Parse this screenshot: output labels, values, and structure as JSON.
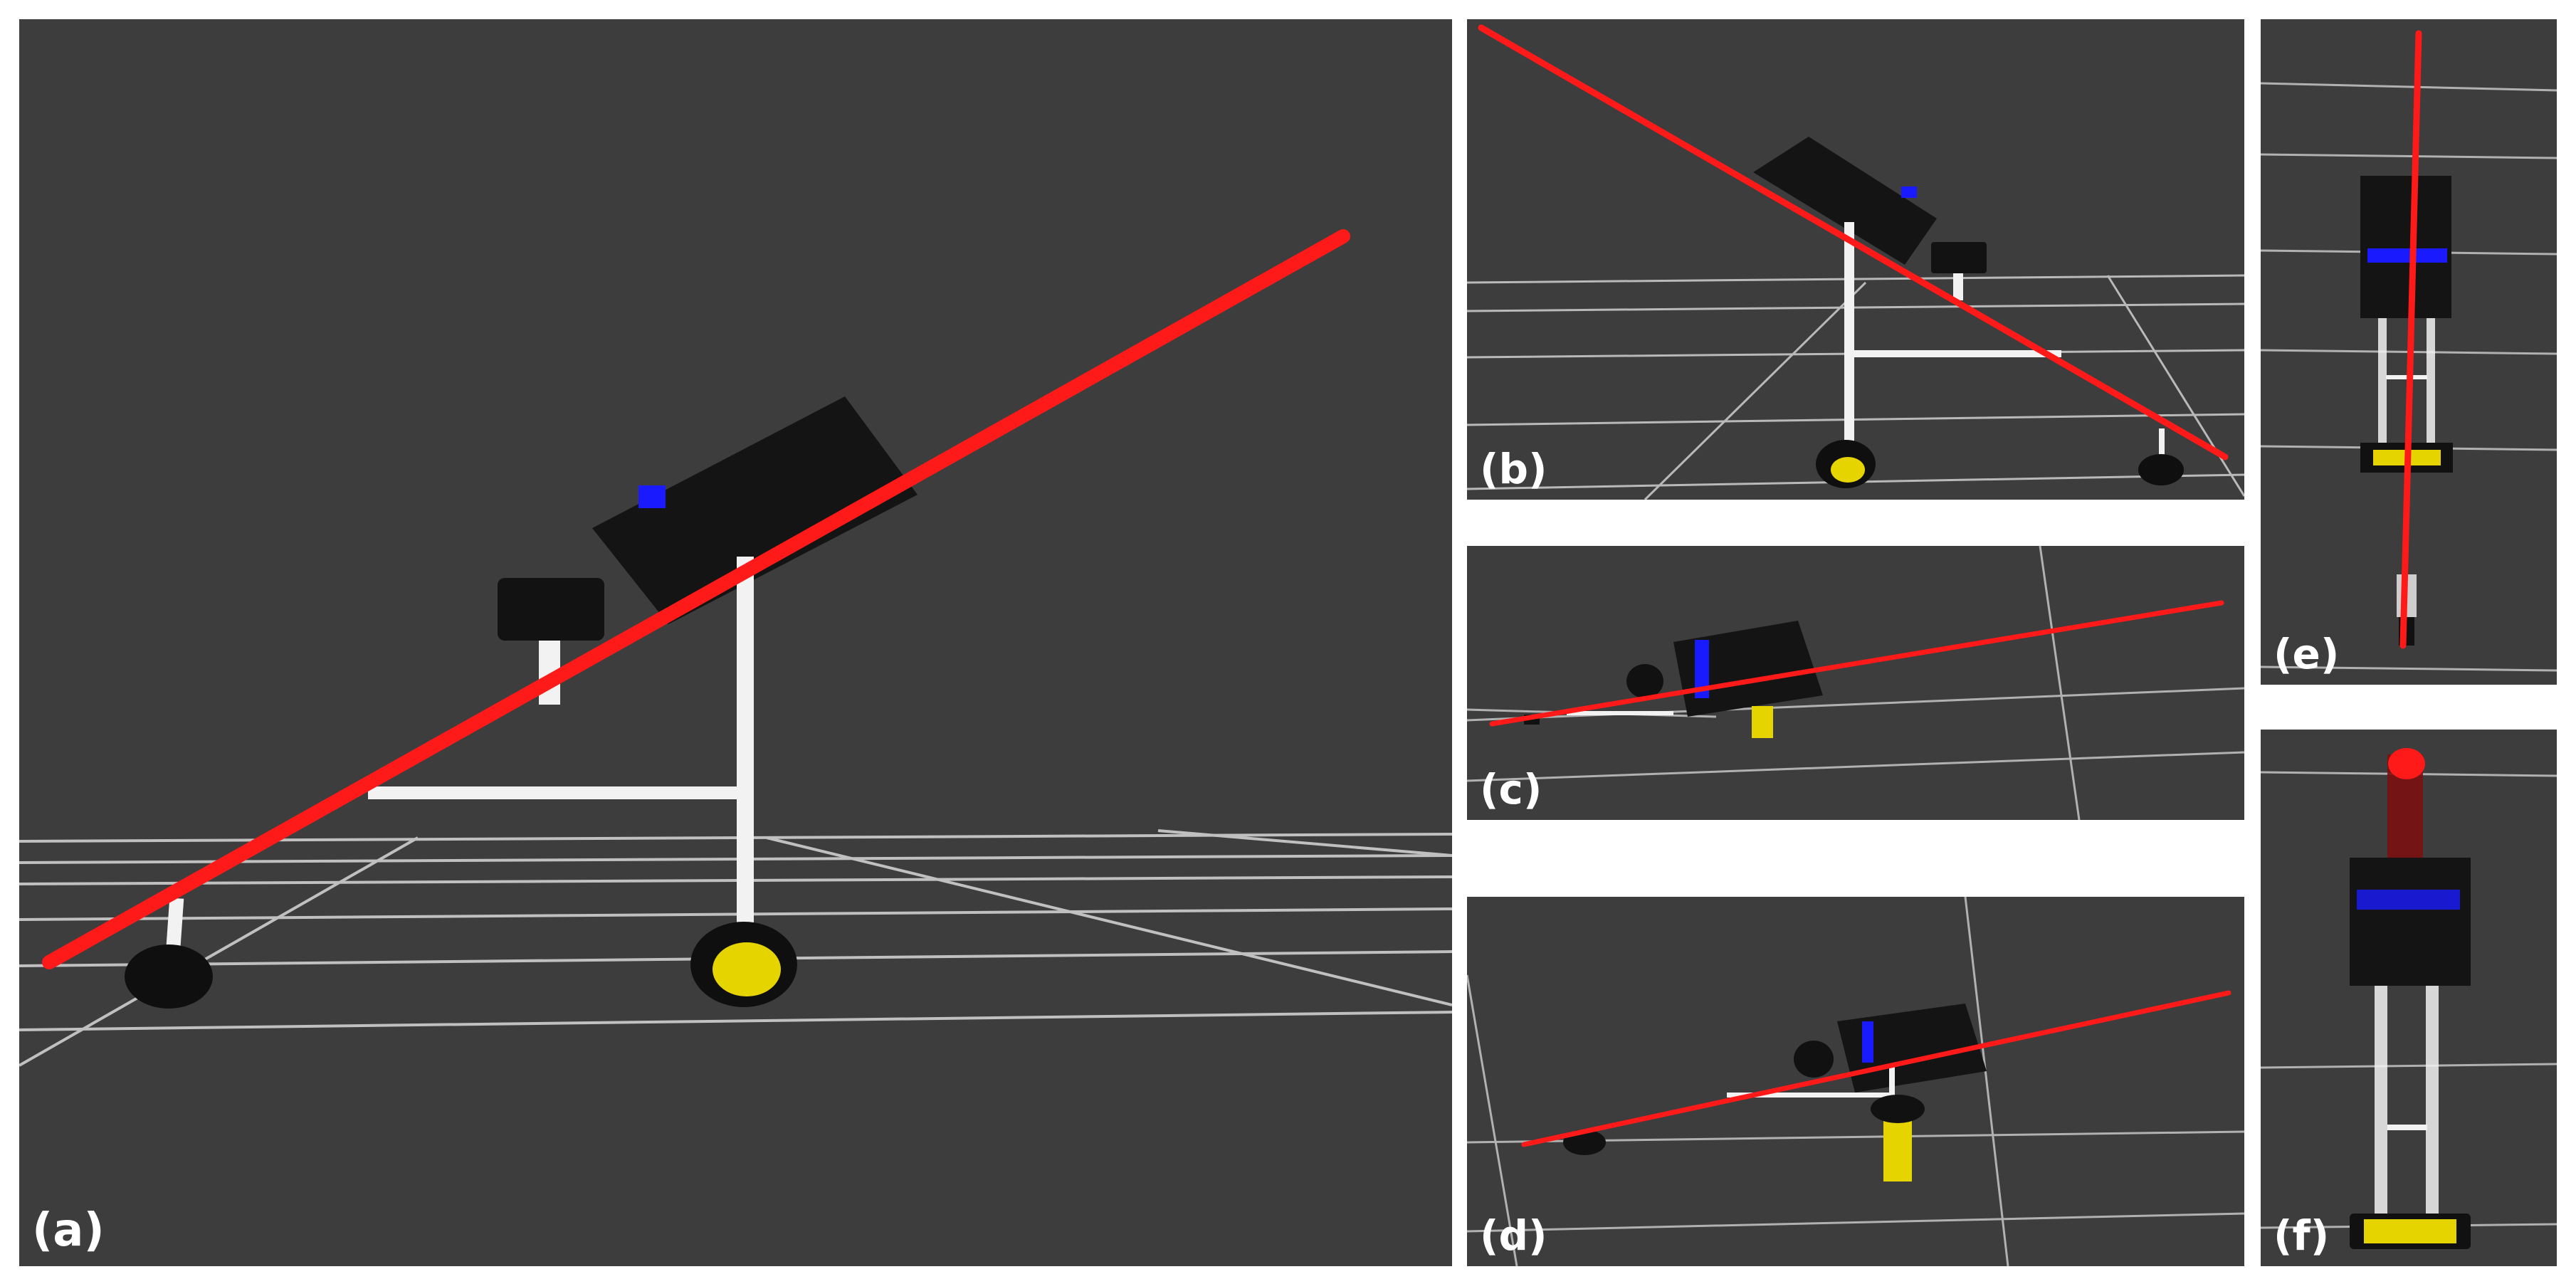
{
  "figure": {
    "panels": [
      {
        "id": "a",
        "label": "(a)",
        "view": "side"
      },
      {
        "id": "b",
        "label": "(b)",
        "view": "side-angled"
      },
      {
        "id": "c",
        "label": "(c)",
        "view": "top-angled"
      },
      {
        "id": "d",
        "label": "(d)",
        "view": "top-angled-2"
      },
      {
        "id": "e",
        "label": "(e)",
        "view": "top"
      },
      {
        "id": "f",
        "label": "(f)",
        "view": "rear"
      }
    ]
  },
  "colors": {
    "background": "#3d3d3d",
    "grid": "#d8d8d8",
    "laser_line": "#ff1a1a",
    "body": "#111111",
    "frame": "#f2f2f2",
    "wheel_yellow": "#e6d400",
    "marker_blue": "#1a1aff"
  }
}
